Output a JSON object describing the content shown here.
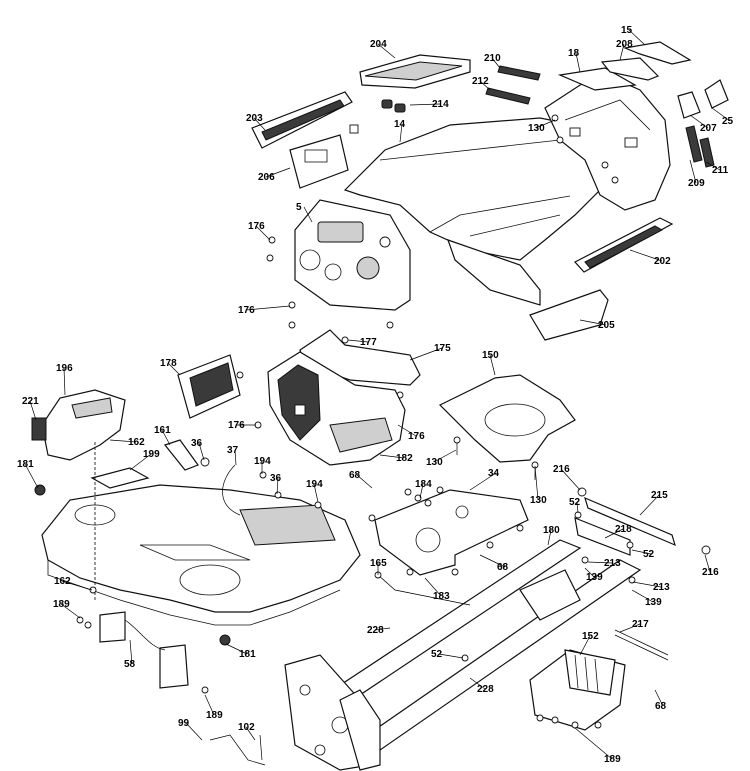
{
  "diagram": {
    "labels": [
      "204",
      "15",
      "208",
      "210",
      "18",
      "212",
      "214",
      "25",
      "203",
      "14",
      "130",
      "207",
      "209",
      "211",
      "206",
      "5",
      "176",
      "202",
      "205",
      "176",
      "177",
      "175",
      "178",
      "176",
      "150",
      "196",
      "221",
      "162",
      "181",
      "161",
      "36",
      "37",
      "194",
      "36",
      "199",
      "182",
      "176",
      "130",
      "184",
      "34",
      "68",
      "194",
      "216",
      "215",
      "52",
      "218",
      "52",
      "213",
      "139",
      "213",
      "139",
      "130",
      "216",
      "180",
      "165",
      "68",
      "183",
      "162",
      "189",
      "58",
      "228",
      "181",
      "152",
      "217",
      "52",
      "228",
      "68",
      "99",
      "102",
      "189",
      "189"
    ]
  }
}
